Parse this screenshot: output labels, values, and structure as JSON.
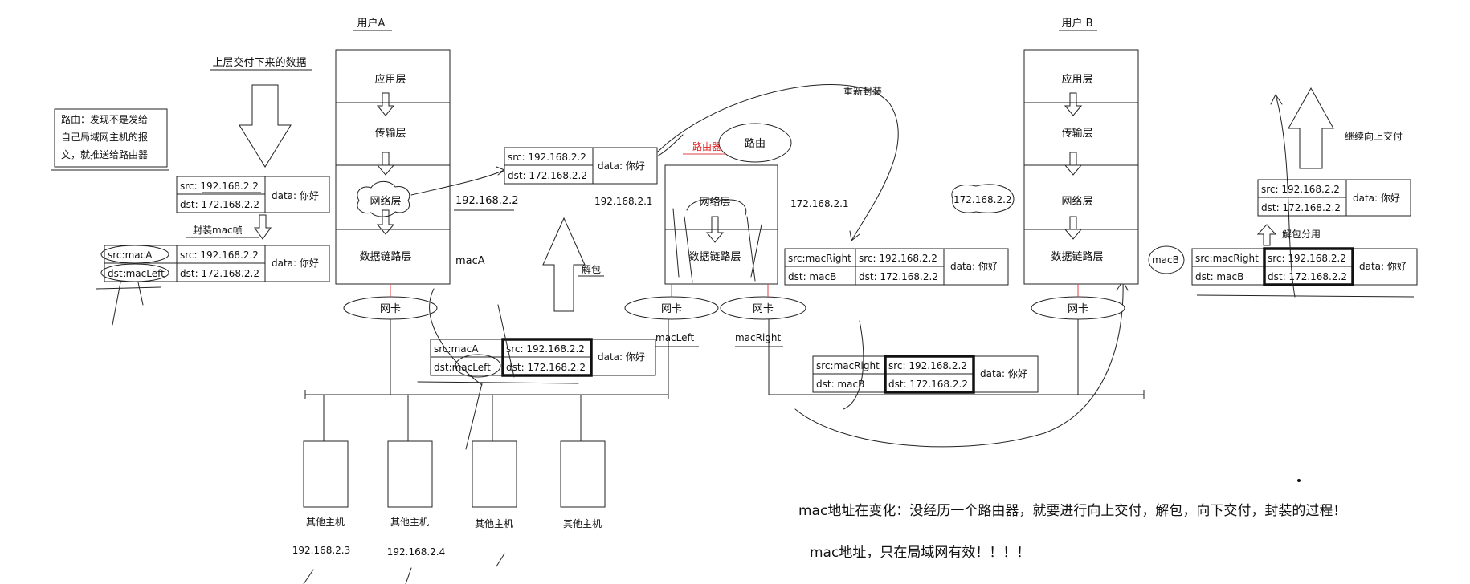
{
  "userA": {
    "title": "用户A",
    "layers": [
      "应用层",
      "传输层",
      "网络层",
      "数据链路层"
    ],
    "nic": "网卡",
    "mac": "macA",
    "ip": "192.168.2.2"
  },
  "userB": {
    "title": "用户 B",
    "layers": [
      "应用层",
      "传输层",
      "网络层",
      "数据链路层"
    ],
    "nic": "网卡",
    "mac": "macB",
    "ip": "172.168.2.2"
  },
  "router": {
    "title": "路由器",
    "bubble": "路由",
    "layers": [
      "网络层",
      "数据链路层"
    ],
    "left_ip": "192.168.2.1",
    "right_ip": "172.168.2.1",
    "left_nic": "网卡",
    "right_nic": "网卡",
    "left_mac": "macLeft",
    "right_mac": "macRight"
  },
  "notes": {
    "upper_data": "上层交付下来的数据",
    "routing_note": [
      "路由：发现不是发给",
      "自己局域网主机的报",
      "文，就推送给路由器"
    ],
    "encap_mac": "封装mac帧",
    "unpack": "解包",
    "reencap": "重新封装",
    "unpack_share": "解包分用",
    "deliver_up": "继续向上交付"
  },
  "packets": {
    "src_ip": "src: 192.168.2.2",
    "dst_ip": "dst: 172.168.2.2",
    "data": "data: 你好",
    "src_macA": "src:macA",
    "dst_macLeft": "dst:macLeft",
    "src_macRight": "src:macRight",
    "dst_macB": "dst: macB"
  },
  "hosts": {
    "label": "其他主机",
    "ips": [
      "192.168.2.3",
      "192.168.2.4"
    ]
  },
  "summary": {
    "line1": "mac地址在变化：没经历一个路由器，就要进行向上交付，解包，向下交付，封装的过程！",
    "line2": "mac地址，只在局域网有效！！！！"
  }
}
